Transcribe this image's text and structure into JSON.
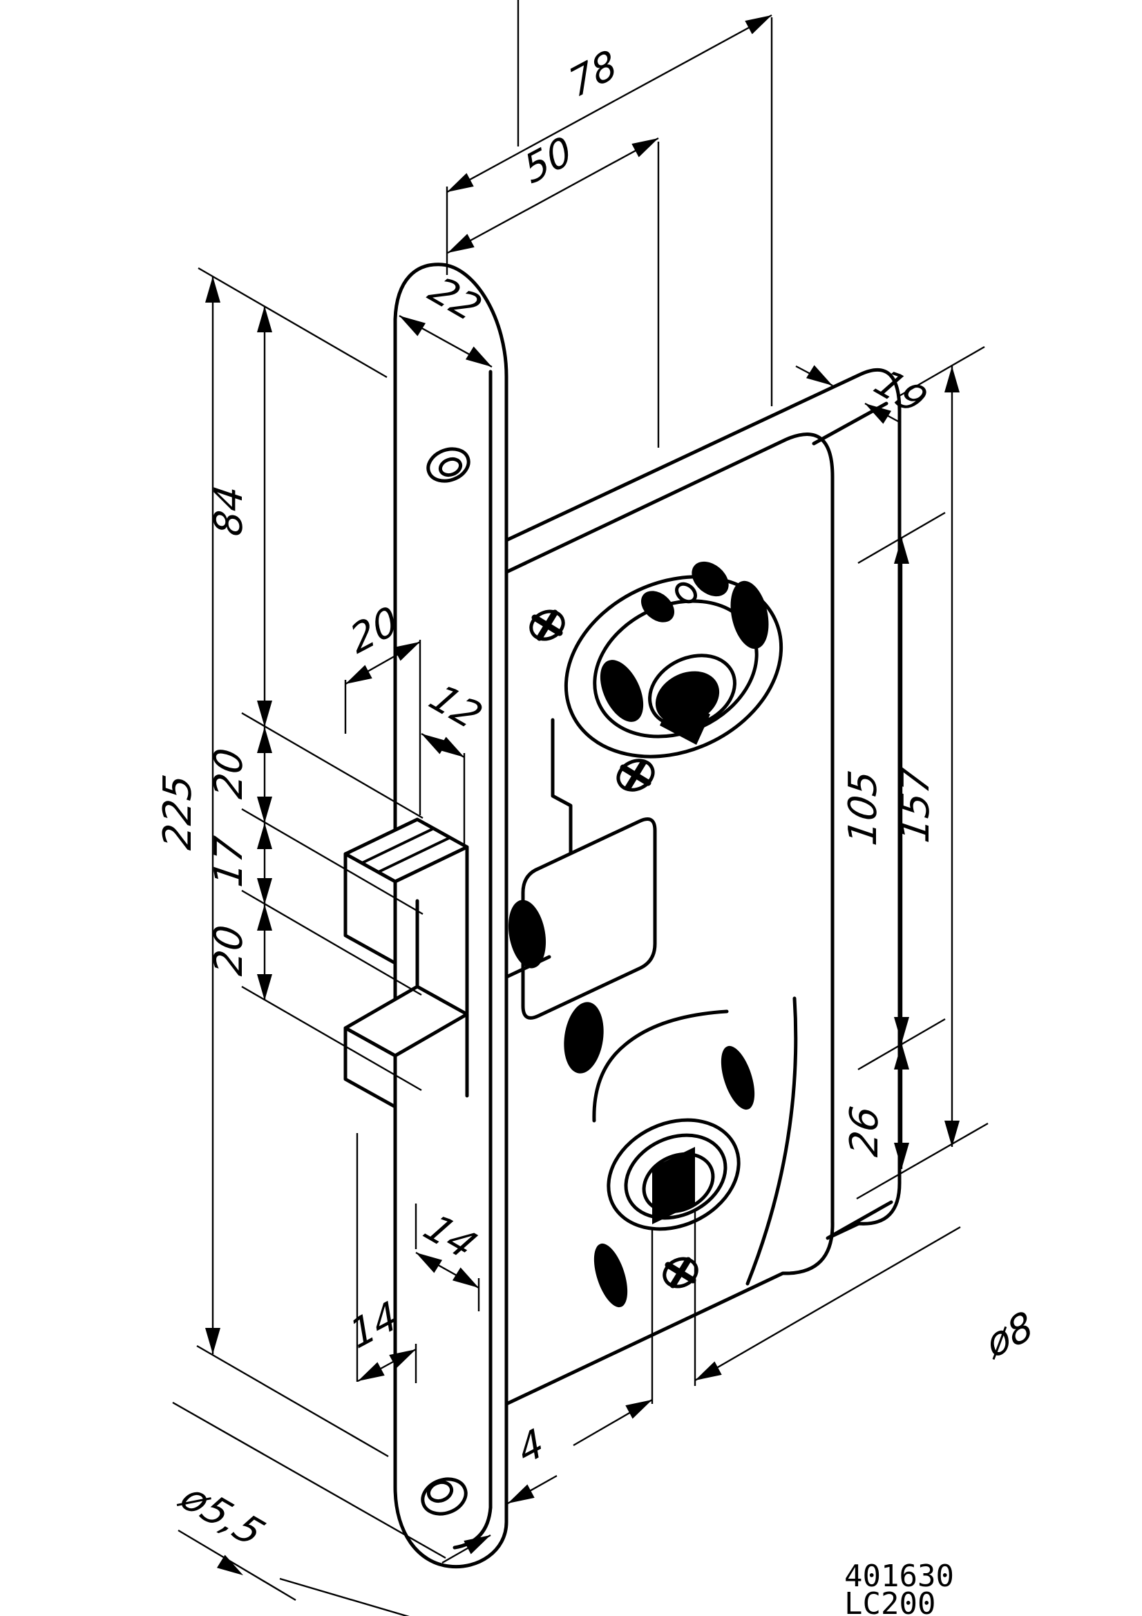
{
  "drawing": {
    "part_number": "401630",
    "model": "LC200",
    "dims": {
      "total_depth": "78",
      "backset": "50",
      "faceplate_width": "22",
      "case_thickness": "19",
      "top_to_latch": "84",
      "latch_protrusion": "20",
      "faceplate_length": "225",
      "seg_upper": "20",
      "latch_height": "17",
      "seg_lower": "20",
      "latch_width": "12",
      "centers_distance": "105",
      "case_height": "157",
      "follower_to_bottom": "26",
      "latch_to_edge_a": "14",
      "latch_to_edge_b": "14",
      "faceplate_thickness": "4",
      "spindle_hole": "ø8",
      "screw_hole": "ø5,5"
    }
  }
}
